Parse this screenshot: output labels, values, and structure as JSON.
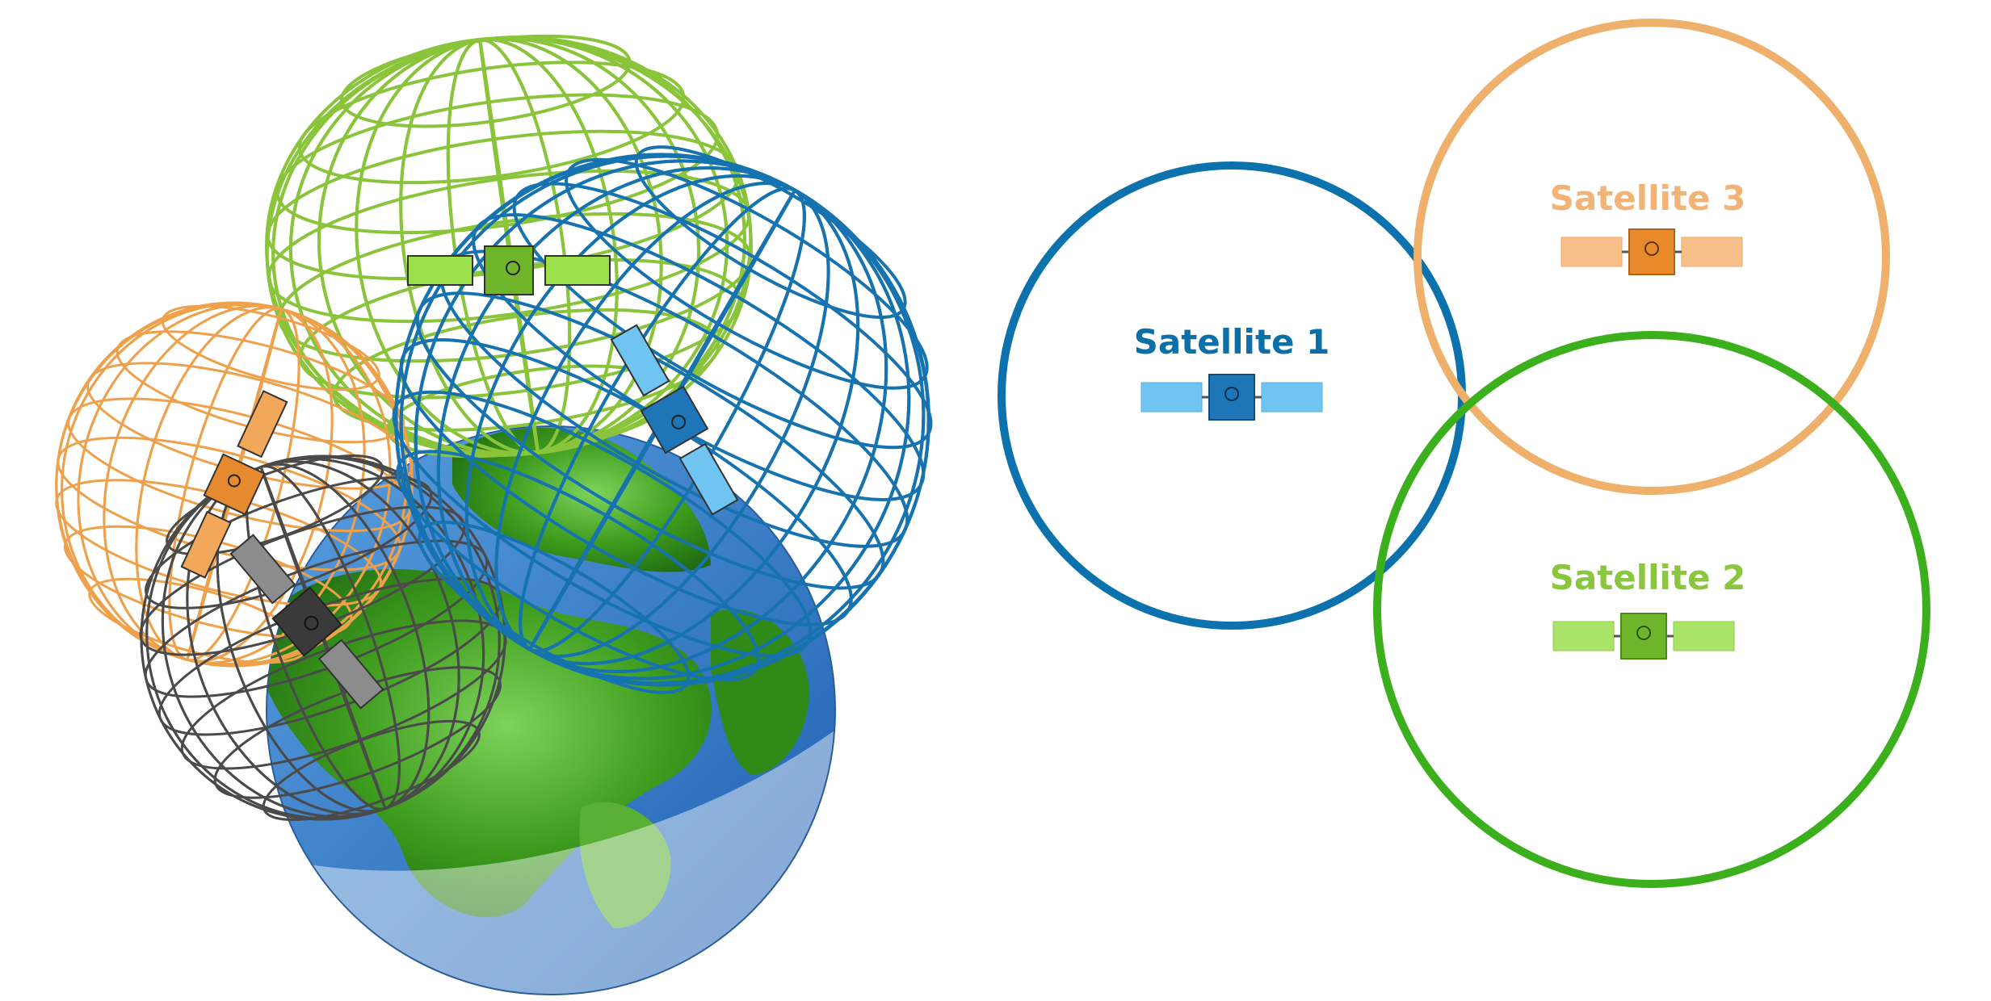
{
  "title": "",
  "colors": {
    "satellite_1": "#0b72ad",
    "satellite_2": "#3cb01c",
    "satellite_3": "#eeb06a",
    "satellite_1_label": "#0b6fa8",
    "satellite_2_label": "#8bc63f",
    "satellite_3_label": "#f2b476",
    "globe_green": "#8ac43b",
    "globe_blue": "#1673b0",
    "globe_orange": "#eea04a",
    "globe_gray": "#4a4a4a",
    "earth_ocean": "#3c82cf",
    "earth_land": "#3d9b1d"
  },
  "icons": {
    "earth": "earth-icon",
    "wire_globe": "wireframe-globe-icon",
    "satellite": "satellite-icon"
  },
  "satellites": [
    {
      "label": "Satellite 1",
      "color_key": "satellite_1"
    },
    {
      "label": "Satellite 2",
      "color_key": "satellite_2"
    },
    {
      "label": "Satellite 3",
      "color_key": "satellite_3"
    }
  ]
}
